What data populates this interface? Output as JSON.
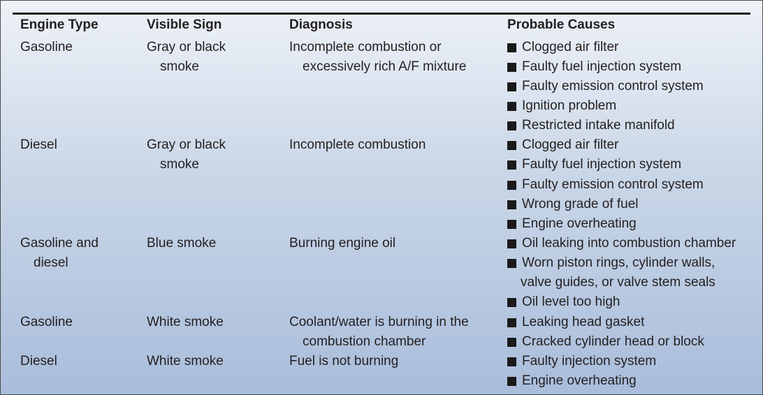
{
  "headers": [
    "Engine Type",
    "Visible Sign",
    "Diagnosis",
    "Probable Causes"
  ],
  "lines": [
    {
      "c1": "Gasoline",
      "c2": "Gray or black",
      "c3": "Incomplete combustion or",
      "c4": "Clogged air filter"
    },
    {
      "c1": "",
      "c2": "smoke",
      "c3": "excessively rich A/F mixture",
      "c4": "Faulty fuel injection system"
    },
    {
      "c1": "",
      "c2": "",
      "c3": "",
      "c4": "Faulty emission control system"
    },
    {
      "c1": "",
      "c2": "",
      "c3": "",
      "c4": "Ignition problem"
    },
    {
      "c1": "",
      "c2": "",
      "c3": "",
      "c4": "Restricted intake manifold"
    },
    {
      "c1": "Diesel",
      "c2": "Gray or black",
      "c3": "Incomplete combustion",
      "c4": "Clogged air filter"
    },
    {
      "c1": "",
      "c2": "smoke",
      "c3": "",
      "c4": "Faulty fuel injection system"
    },
    {
      "c1": "",
      "c2": "",
      "c3": "",
      "c4": "Faulty emission control system"
    },
    {
      "c1": "",
      "c2": "",
      "c3": "",
      "c4": "Wrong grade of fuel"
    },
    {
      "c1": "",
      "c2": "",
      "c3": "",
      "c4": "Engine overheating"
    },
    {
      "c1": "Gasoline and",
      "c2": "Blue smoke",
      "c3": "Burning engine oil",
      "c4": "Oil leaking into combustion chamber"
    },
    {
      "c1": "diesel",
      "c2": "",
      "c3": "",
      "c4": "Worn piston rings, cylinder walls,"
    },
    {
      "c1": "",
      "c2": "",
      "c3": "",
      "c4": "valve guides, or valve stem seals"
    },
    {
      "c1": "",
      "c2": "",
      "c3": "",
      "c4": "Oil level too high"
    },
    {
      "c1": "Gasoline",
      "c2": "White smoke",
      "c3": "Coolant/water is burning in the",
      "c4": "Leaking head gasket"
    },
    {
      "c1": "",
      "c2": "",
      "c3": "combustion chamber",
      "c4": "Cracked cylinder head or block"
    },
    {
      "c1": "Diesel",
      "c2": "White smoke",
      "c3": "Fuel is not burning",
      "c4": "Faulty injection system"
    },
    {
      "c1": "",
      "c2": "",
      "c3": "",
      "c4": "Engine overheating"
    }
  ]
}
